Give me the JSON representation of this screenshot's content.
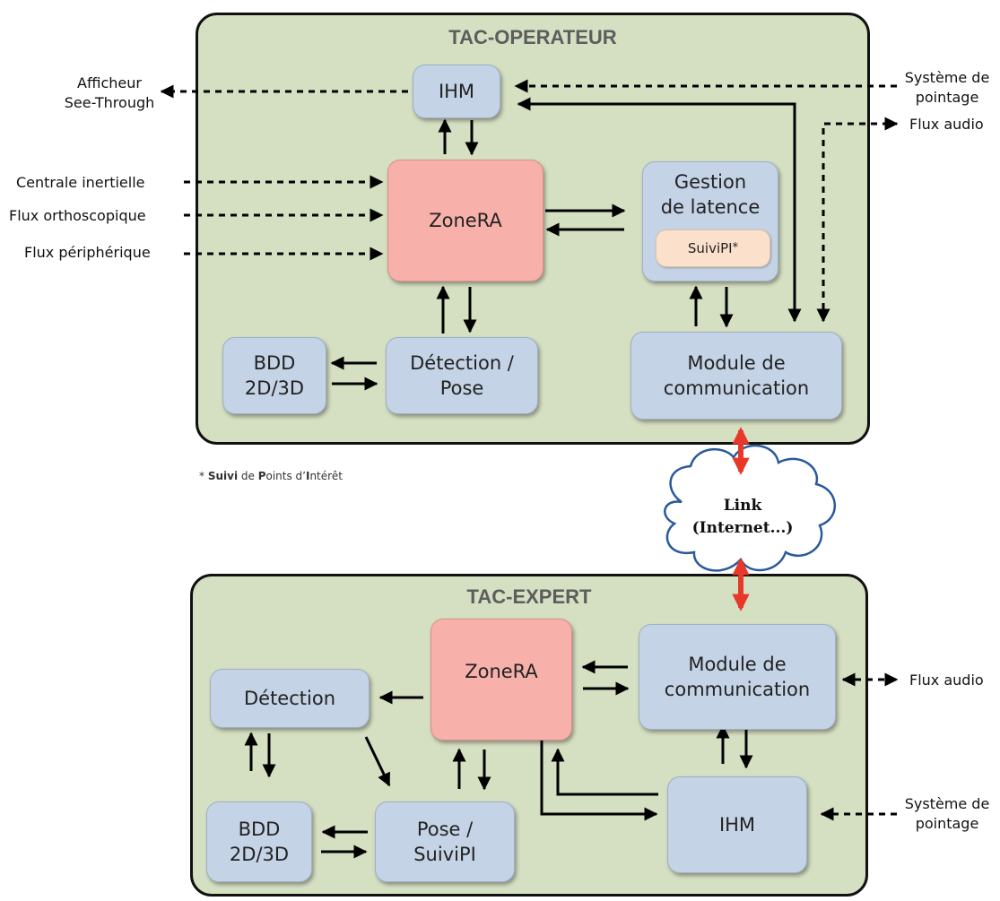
{
  "operateur": {
    "title": "TAC-OPERATEUR",
    "ihm": "IHM",
    "zonera": "ZoneRA",
    "gestion_line1": "Gestion",
    "gestion_line2": "de latence",
    "suivipi": "SuiviPI",
    "suivipi_star": "*",
    "bdd_line1": "BDD",
    "bdd_line2": "2D/3D",
    "detection_line1": "Détection /",
    "detection_line2": "Pose",
    "module_line1": "Module de",
    "module_line2": "communication"
  },
  "operateur_inputs": {
    "afficheur_line1": "Afficheur",
    "afficheur_line2": "See-Through",
    "centrale": "Centrale inertielle",
    "ortho": "Flux orthoscopique",
    "peripherique": "Flux périphérique",
    "systeme_line1": "Système de",
    "systeme_line2": "pointage",
    "audio": "Flux audio"
  },
  "footnote": {
    "star": "* ",
    "s_bold": "Suivi",
    "s_rest": " de ",
    "p_bold": "P",
    "p_rest": "oints d’",
    "i_bold": "I",
    "i_rest": "ntérêt"
  },
  "link": {
    "line1": "Link",
    "line2": "(Internet...)"
  },
  "expert": {
    "title": "TAC-EXPERT",
    "zonera": "ZoneRA",
    "module_line1": "Module de",
    "module_line2": "communication",
    "detection": "Détection",
    "bdd_line1": "BDD",
    "bdd_line2": "2D/3D",
    "pose_line1": "Pose /",
    "pose_line2": "SuiviPI",
    "ihm": "IHM"
  },
  "expert_inputs": {
    "audio": "Flux audio",
    "systeme_line1": "Système de",
    "systeme_line2": "pointage"
  },
  "colors": {
    "panel_bg": "#d5dfc1",
    "box_blue": "#c4d3e6",
    "box_pink": "#f7b1aa",
    "box_peach": "#fbe0cc",
    "link_arrow": "#e8382a"
  }
}
